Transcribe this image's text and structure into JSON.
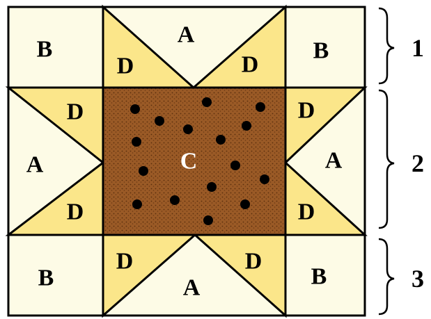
{
  "colors": {
    "background_cream": "#fdfbe6",
    "triangle_yellow": "#fbe68a",
    "center_brown": "#9a5a26",
    "center_speckle": "#5a2e0e",
    "outline": "#000000"
  },
  "labels": {
    "b_top_left": "B",
    "a_top": "A",
    "d_top_left": "D",
    "d_top_right": "D",
    "b_top_right": "B",
    "d_left_upper": "D",
    "a_left": "A",
    "d_left_lower": "D",
    "center": "C",
    "d_right_upper": "D",
    "a_right": "A",
    "d_right_lower": "D",
    "b_bottom_left": "B",
    "d_bottom_left": "D",
    "a_bottom": "A",
    "d_bottom_right": "D",
    "b_bottom_right": "B"
  },
  "row_labels": [
    "1",
    "2",
    "3"
  ]
}
